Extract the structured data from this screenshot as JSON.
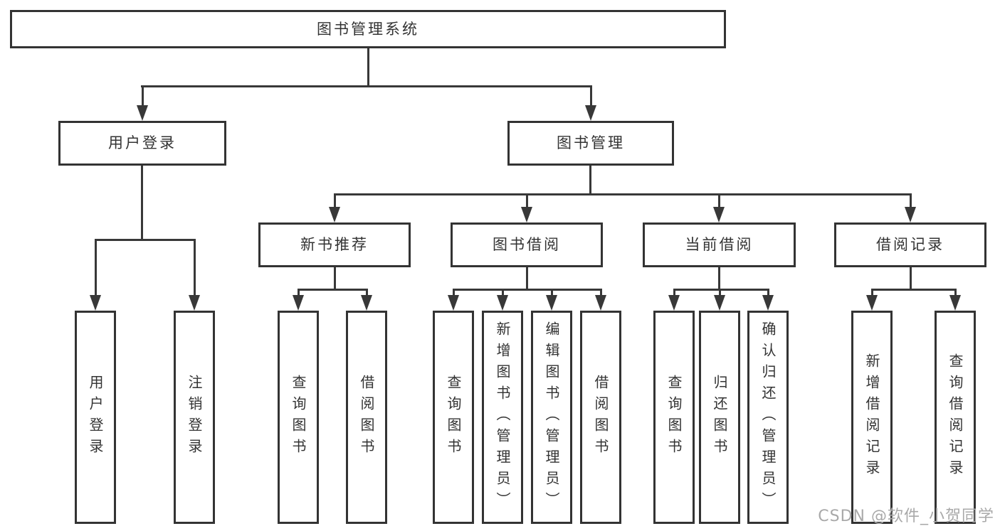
{
  "diagram": {
    "type": "hierarchy-tree",
    "watermark": "CSDN @软件_小贺同学",
    "colors": {
      "background": "#ffffff",
      "box_border": "#333333",
      "connector_line": "#383838",
      "text": "#333333",
      "watermark_text": "#a9a9a9"
    }
  },
  "tree": {
    "label": "图书管理系统",
    "children": [
      {
        "label": "用户登录",
        "children": [
          {
            "label": "用户登录"
          },
          {
            "label": "注销登录"
          }
        ]
      },
      {
        "label": "图书管理",
        "children": [
          {
            "label": "新书推荐",
            "children": [
              {
                "label": "查询图书"
              },
              {
                "label": "借阅图书"
              }
            ]
          },
          {
            "label": "图书借阅",
            "children": [
              {
                "label": "查询图书"
              },
              {
                "label": "新增图书（管理员）"
              },
              {
                "label": "编辑图书（管理员）"
              },
              {
                "label": "借阅图书"
              }
            ]
          },
          {
            "label": "当前借阅",
            "children": [
              {
                "label": "查询图书"
              },
              {
                "label": "归还图书"
              },
              {
                "label": "确认归还（管理员）"
              }
            ]
          },
          {
            "label": "借阅记录",
            "children": [
              {
                "label": "新增借阅记录"
              },
              {
                "label": "查询借阅记录"
              }
            ]
          }
        ]
      }
    ]
  }
}
